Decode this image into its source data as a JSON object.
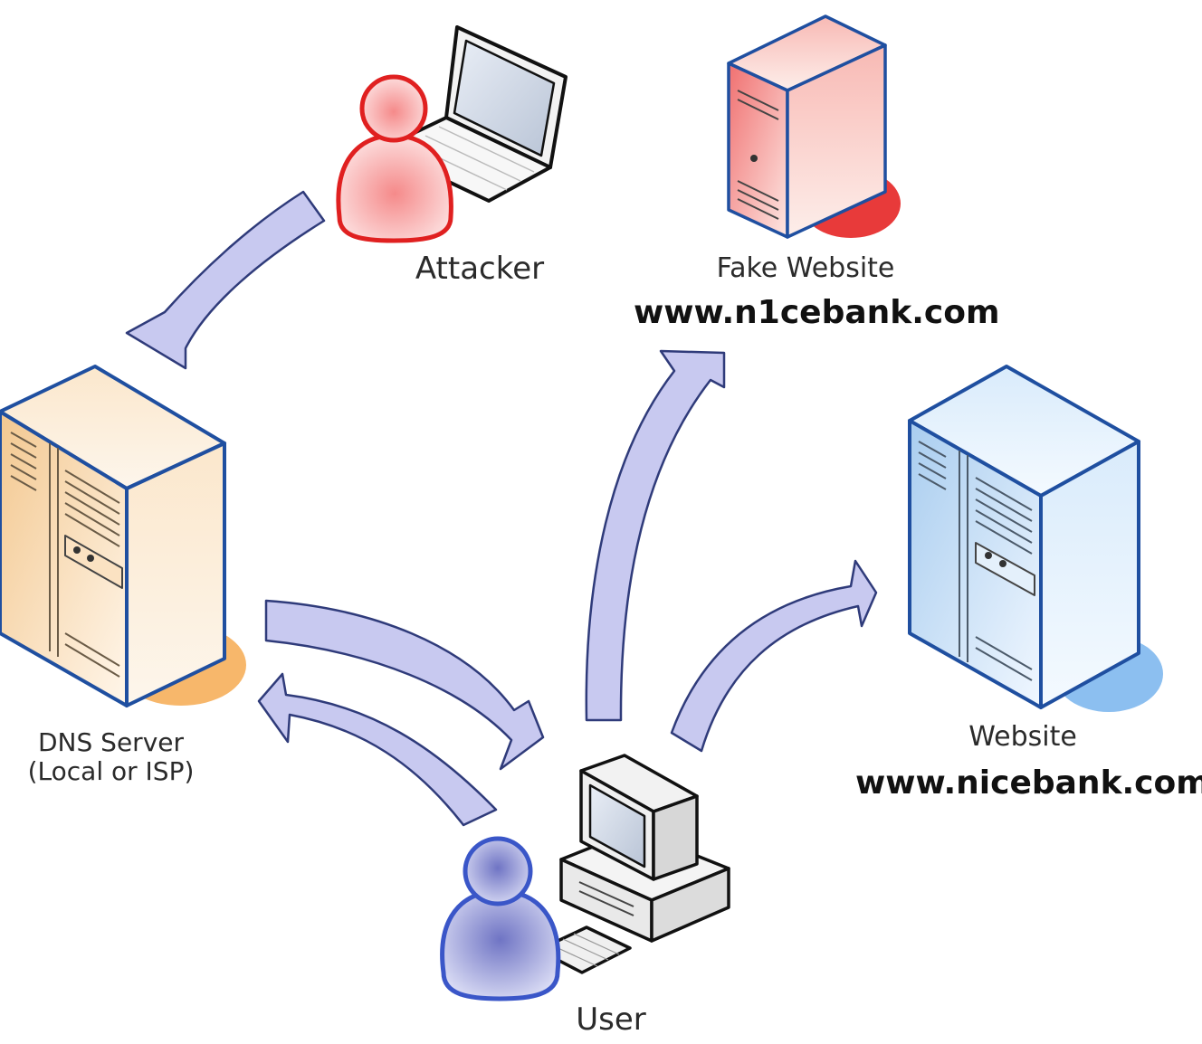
{
  "nodes": {
    "attacker": {
      "label": "Attacker",
      "color": "#e8262b"
    },
    "fake_website": {
      "label": "Fake Website",
      "url": "www.n1cebank.com",
      "color": "#f06b6b"
    },
    "dns_server": {
      "label": "DNS Server",
      "sublabel": "(Local or ISP)",
      "color": "#f5c78c"
    },
    "website": {
      "label": "Website",
      "url": "www.nicebank.com",
      "color": "#9fc8ee"
    },
    "user": {
      "label": "User",
      "color": "#8a8fd0"
    }
  },
  "arrows": [
    {
      "from": "attacker",
      "to": "dns_server"
    },
    {
      "from": "dns_server",
      "to": "user"
    },
    {
      "from": "user",
      "to": "dns_server"
    },
    {
      "from": "user",
      "to": "fake_website"
    },
    {
      "from": "user",
      "to": "website"
    }
  ],
  "colors": {
    "arrow_fill": "#c8c9f0",
    "arrow_stroke": "#2f3b7a",
    "outline": "#1f4fa0"
  }
}
